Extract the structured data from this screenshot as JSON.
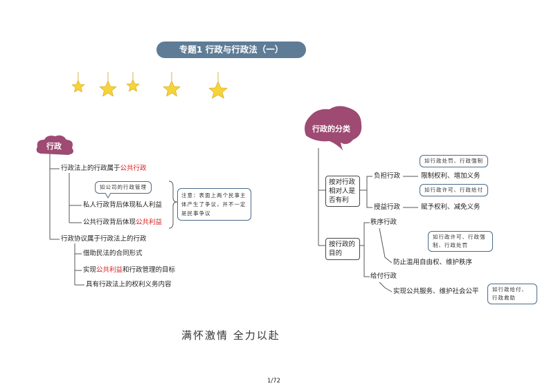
{
  "title": "专题1  行政与行政法（一）",
  "left": {
    "root": "行政",
    "branch1": {
      "pre": "行政法上的行政属于",
      "red": "公共行政"
    },
    "note_company": "如公司的行政管理",
    "private": "私人行政背后体现私人利益",
    "public": {
      "pre": "公共行政背后体现",
      "red": "公共利益"
    },
    "note_attention": "注意：表面上两个民事主体产生了争议，并不一定是民事争议",
    "branch2": "行政协议属于行政法上的行政",
    "sub1": "借助民法的合同形式",
    "sub2": {
      "pre": "实现",
      "red": "公共利益",
      "post": "和行政管理的目标"
    },
    "sub3": "具有行政法上的权利义务内容"
  },
  "right": {
    "root": "行政的分类",
    "group1": "按对行政相对人是否有利",
    "burden": "负担行政",
    "burden_detail": "限制权利、增加义务",
    "burden_note": "如行政处罚、行政强制",
    "benefit": "授益行政",
    "benefit_detail": "赋予权利、减免义务",
    "benefit_note": "如行政许可、行政给付",
    "group2": "按行政的目的",
    "order": "秩序行政",
    "order_note": "如行政许可、行政强制、行政处罚",
    "order_detail": "防止滥用自由权、维护秩序",
    "supply": "给付行政",
    "supply_detail": "实现公共服务、维护社会公平",
    "supply_note": "如行政给付、行政救助"
  },
  "motto": "满怀激情 全力以赴",
  "page": "1/72",
  "colors": {
    "title_bg": "#5e7c95",
    "leaf": "#9e4a72",
    "star": "#f7d33a",
    "red": "#d32020"
  }
}
